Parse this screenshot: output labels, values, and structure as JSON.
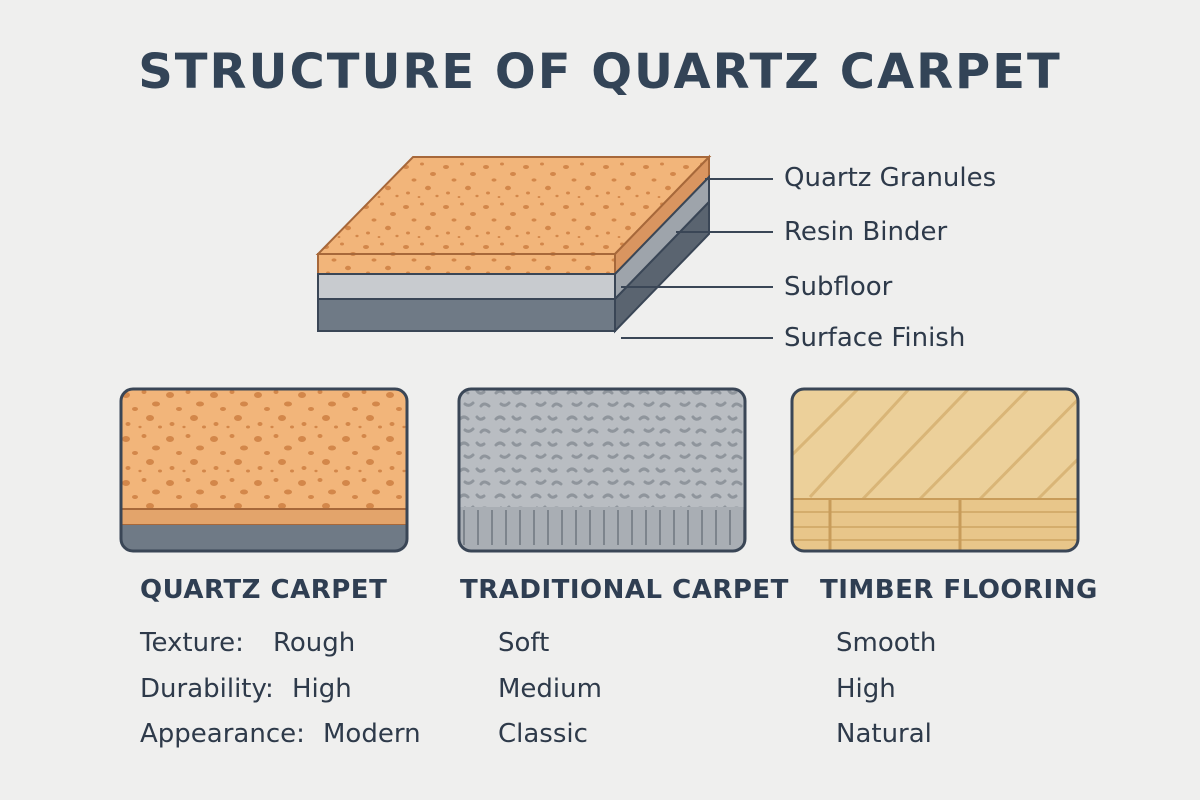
{
  "title": "STRUCTURE OF QUARTZ CARPET",
  "layers": [
    "Quartz Granules",
    "Resin Binder",
    "Subfloor",
    "Surface Finish"
  ],
  "columns": [
    {
      "title": "QUARTZ CARPET",
      "props": [
        {
          "key": "Texture:",
          "value": "Rough"
        },
        {
          "key": "Durability:",
          "value": "High"
        },
        {
          "key": "Appearance:",
          "value": "Modern"
        }
      ]
    },
    {
      "title": "TRADITIONAL CARPET",
      "props": [
        {
          "value": "Soft"
        },
        {
          "value": "Medium"
        },
        {
          "value": "Classic"
        }
      ]
    },
    {
      "title": "TIMBER FLOORING",
      "props": [
        {
          "value": "Smooth"
        },
        {
          "value": "High"
        },
        {
          "value": "Natural"
        }
      ]
    }
  ],
  "colors": {
    "quartz": "#f2b57a",
    "quartz_speck": "#d3874a",
    "resin": "#c8cbcf",
    "base": "#6f7a86",
    "carpet": "#b4b8bd",
    "timber": "#ecd09a",
    "outline": "#3a4656"
  }
}
